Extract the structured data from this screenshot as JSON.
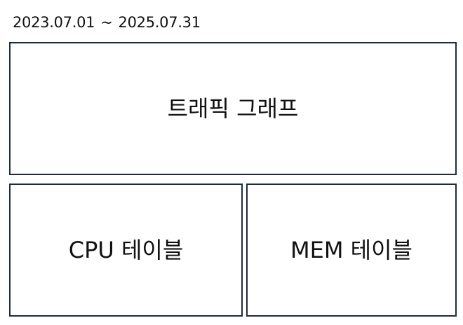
{
  "date_range": {
    "start": "2023.07.01",
    "separator": "~",
    "end": "2025.07.31"
  },
  "panels": {
    "traffic": {
      "label": "트래픽 그래프"
    },
    "cpu": {
      "label": "CPU 테이블"
    },
    "mem": {
      "label": "MEM 테이블"
    }
  },
  "colors": {
    "panel_border": "#1e2a44",
    "text": "#111111",
    "background": "#ffffff"
  }
}
